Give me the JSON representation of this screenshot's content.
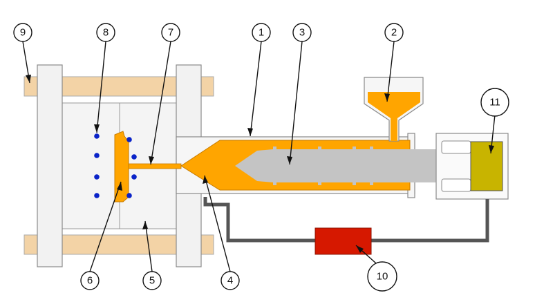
{
  "colors": {
    "background": "#ffffff",
    "plastic": "#ffa500",
    "screw": "#c4c4c4",
    "tie_bar": "#f3d3a6",
    "platen": "#f2f2f2",
    "outline": "#7a7a7a",
    "cooling": "#0a23c8",
    "controller": "#d61800",
    "hydraulic": "#c8b400",
    "line": "#555555"
  },
  "callouts": [
    {
      "id": "c1",
      "label": "1"
    },
    {
      "id": "c2",
      "label": "2"
    },
    {
      "id": "c3",
      "label": "3"
    },
    {
      "id": "c4",
      "label": "4"
    },
    {
      "id": "c5",
      "label": "5"
    },
    {
      "id": "c6",
      "label": "6"
    },
    {
      "id": "c7",
      "label": "7"
    },
    {
      "id": "c8",
      "label": "8"
    },
    {
      "id": "c9",
      "label": "9"
    },
    {
      "id": "c10",
      "label": "10"
    },
    {
      "id": "c11",
      "label": "11"
    }
  ]
}
